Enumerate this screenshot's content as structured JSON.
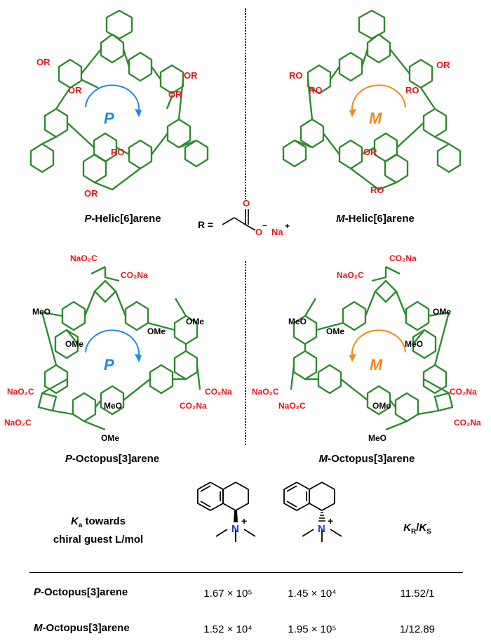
{
  "molecules": {
    "p_helic": {
      "prefix": "P",
      "name": "-Helic[6]arene",
      "substituent": "OR",
      "arrow": "P"
    },
    "m_helic": {
      "prefix": "M",
      "name": "-Helic[6]arene",
      "substituent": "OR",
      "arrow": "M"
    },
    "p_octopus": {
      "prefix": "P",
      "name": "-Octopus[3]arene",
      "ome": "OMe",
      "meo": "MeO",
      "arrow": "P",
      "co2na_a": "NaO₂C",
      "co2na_b": "CO₂Na"
    },
    "m_octopus": {
      "prefix": "M",
      "name": "-Octopus[3]arene",
      "ome": "OMe",
      "meo": "MeO",
      "arrow": "M",
      "co2na_a": "NaO₂C",
      "co2na_b": "CO₂Na"
    }
  },
  "r_group": {
    "lhs": "R =",
    "o_top": "O",
    "o_minus": "O",
    "charge": "−",
    "counterion": "Na",
    "plus": "+"
  },
  "table": {
    "header_ka_k": "K",
    "header_ka_sub": "a",
    "header_ka_rest": " towards",
    "header_line2": "chiral guest L/mol",
    "header_ratio": {
      "k1": "K",
      "s1": "R",
      "slash": "/",
      "k2": "K",
      "s2": "S"
    },
    "guest_atom": "N",
    "guest_charge": "+",
    "rows": [
      {
        "prefix": "P",
        "name": "-Octopus[3]arene",
        "v1": "1.67 × 10⁵",
        "v2": "1.45 × 10⁴",
        "ratio": "11.52/1"
      },
      {
        "prefix": "M",
        "name": "-Octopus[3]arene",
        "v1": "1.52 × 10⁴",
        "v2": "1.95 × 10⁵",
        "ratio": "1/12.89"
      }
    ]
  },
  "colors": {
    "ring": "#2e8b2e",
    "label": "#e8141b",
    "p_arrow": "#1e88e5",
    "m_arrow": "#f28a14",
    "nitrogen": "#1a3fd6"
  }
}
